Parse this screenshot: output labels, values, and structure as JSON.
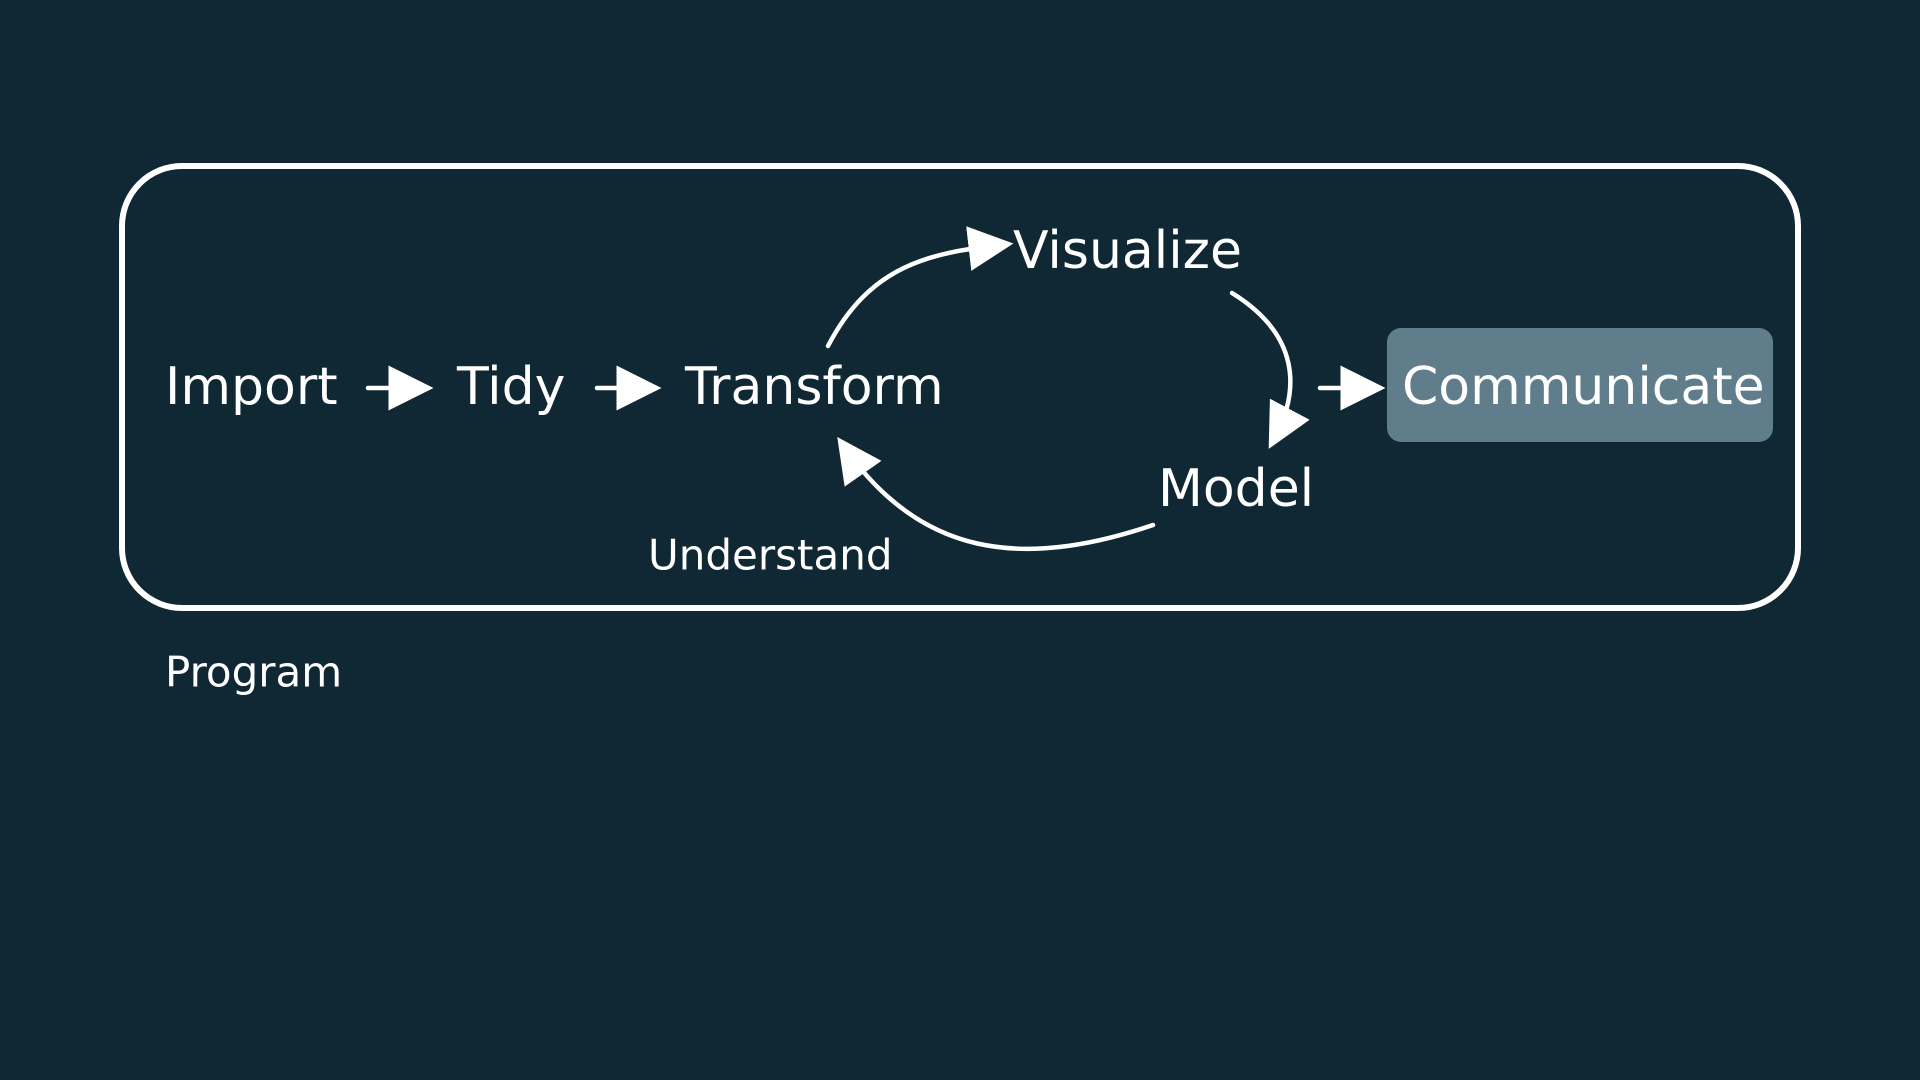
{
  "diagram": {
    "stages": {
      "import": "Import",
      "tidy": "Tidy",
      "transform": "Transform",
      "visualize": "Visualize",
      "model": "Model",
      "communicate": "Communicate"
    },
    "loop_label": "Understand",
    "frame_label": "Program",
    "colors": {
      "background": "#0f2833",
      "highlight": "#5f7d8b",
      "foreground": "#ffffff"
    }
  }
}
